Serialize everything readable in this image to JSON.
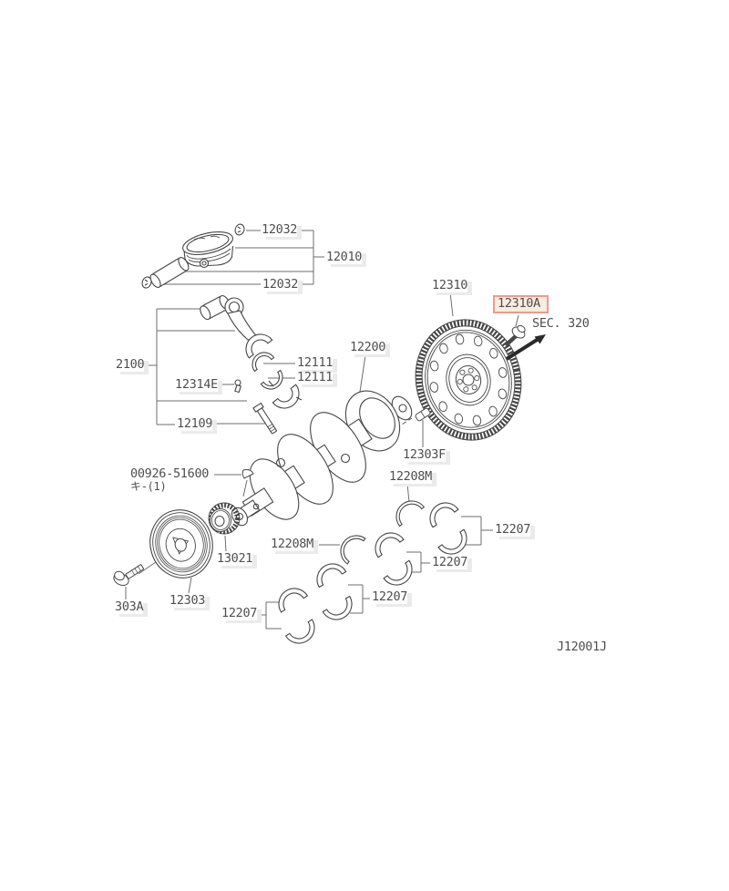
{
  "diagram": {
    "code": "J12001J",
    "section_note": "SEC. 320",
    "qty_note": "キ-(1)",
    "selected_part": "12310A"
  },
  "colors": {
    "line_art": "#474747",
    "leader_lines": "#6e6e6e",
    "label_text": "#4e4e4e",
    "label_highlight": "#ebebeb",
    "selected_border": "#ec9b8d",
    "selected_fill": "#f8ecdf",
    "background": "#ffffff"
  },
  "labels": {
    "l12032_top": "12032",
    "l12010": "12010",
    "l12032_bottom": "12032",
    "l12100": "2100",
    "l12111_upper": "12111",
    "l12111_lower": "12111",
    "l12314e": "12314E",
    "l12109": "12109",
    "l12200": "12200",
    "l12310": "12310",
    "l12310a": "12310A",
    "l12303f": "12303F",
    "l00926": "00926-51600",
    "l13021": "13021",
    "l12303": "12303",
    "l12303a": "303A",
    "l12208m_upper": "12208M",
    "l12208m_left": "12208M",
    "l12207_1": "12207",
    "l12207_2": "12207",
    "l12207_3": "12207",
    "l12207_4": "12207"
  }
}
